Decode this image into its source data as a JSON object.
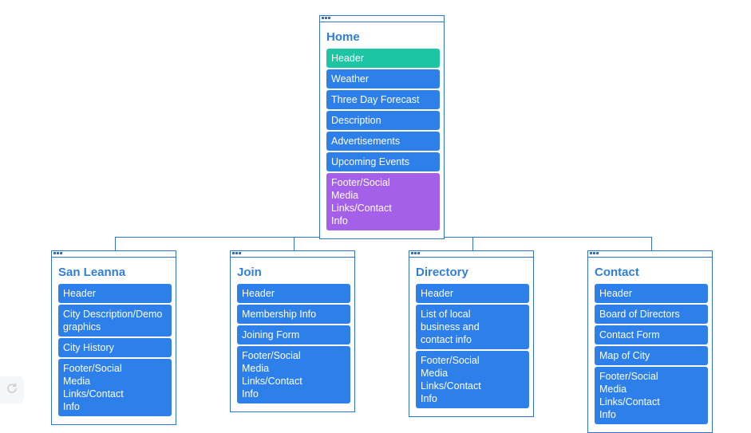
{
  "home": {
    "title": "Home",
    "items": [
      "Header",
      "Weather",
      "Three Day Forecast",
      "Description",
      "Advertisements",
      "Upcoming Events",
      "Footer/Social Media Links/Contact Info"
    ]
  },
  "children": [
    {
      "title": "San Leanna",
      "items": [
        "Header",
        "City Description/Demographics",
        "City History",
        "Footer/Social Media Links/Contact Info"
      ]
    },
    {
      "title": "Join",
      "items": [
        "Header",
        "Membership Info",
        "Joining Form",
        "Footer/Social Media Links/Contact Info"
      ]
    },
    {
      "title": "Directory",
      "items": [
        "Header",
        "List of local business and contact info",
        "Footer/Social Media Links/Contact Info"
      ]
    },
    {
      "title": "Contact",
      "items": [
        "Header",
        "Board of Directors",
        "Contact Form",
        "Map of City",
        "Footer/Social Media Links/Contact Info"
      ]
    }
  ],
  "colors": {
    "accent": "#2f74c9",
    "item": "#2d7fe9",
    "header_item": "#1cc6a5",
    "footer_item": "#a460e8",
    "title": "#2f7ed8"
  },
  "icons": {
    "card_handle": "dots-icon",
    "refresh": "refresh-icon"
  }
}
